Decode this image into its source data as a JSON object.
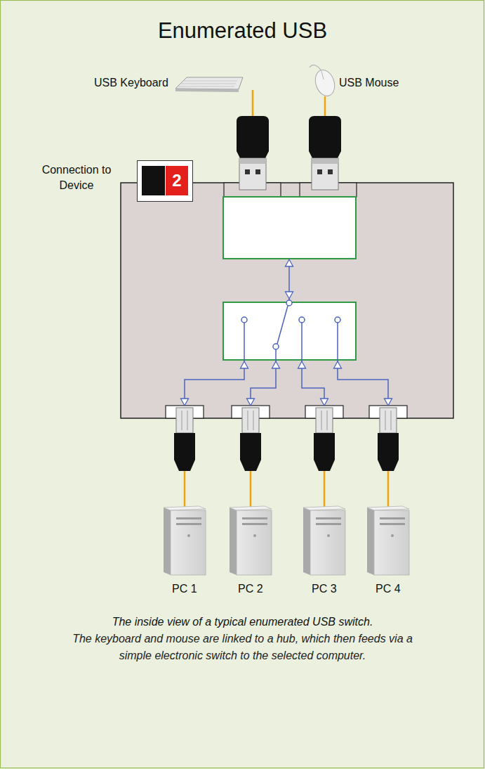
{
  "diagram": {
    "title": "Enumerated USB",
    "caption": "The inside view of a typical enumerated USB switch.",
    "nodes": [
      {
        "text": [
          "USB Keyboard"
        ]
      },
      {
        "text": [
          "USB Mouse"
        ]
      },
      {
        "text": [
          "Connection to Device",
          "2"
        ]
      },
      {
        "text": [
          "PC 1"
        ]
      },
      {
        "text": [
          "PC 2"
        ]
      },
      {
        "text": [
          "PC 3"
        ]
      },
      {
        "text": [
          "PC 4"
        ]
      }
    ],
    "labels": [
      "The keyboard and mouse are linked to a hub, which then feeds via a simple electronic switch to the selected computer."
    ]
  }
}
